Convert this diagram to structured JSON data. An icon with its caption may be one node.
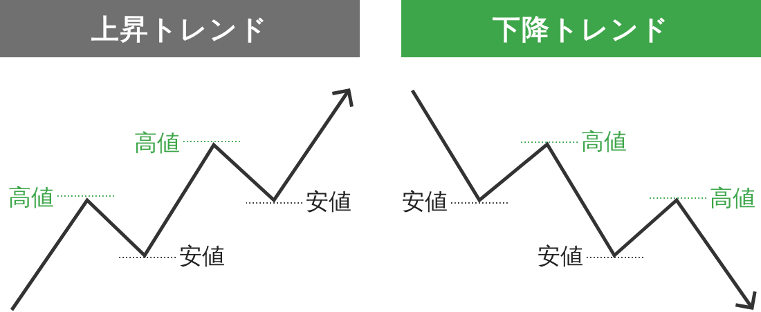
{
  "diagram": {
    "nodes": [
      {
        "text": [
          "上昇トレンド"
        ]
      },
      {
        "text": [
          "下降トレンド"
        ]
      },
      {
        "text": [
          "高値"
        ]
      },
      {
        "text": [
          "安値"
        ]
      },
      {
        "text": [
          "高値"
        ]
      },
      {
        "text": [
          "安値"
        ]
      },
      {
        "text": [
          "安値"
        ]
      },
      {
        "text": [
          "高値"
        ]
      },
      {
        "text": [
          "安値"
        ]
      },
      {
        "text": [
          "高値"
        ]
      }
    ],
    "edges": [
      {
        "from": 2,
        "to": null,
        "arrow": "none",
        "style": "dashed",
        "color": "#3ea64a"
      },
      {
        "from": 3,
        "to": null,
        "arrow": "none",
        "style": "dashed",
        "color": "#333333"
      },
      {
        "from": 4,
        "to": null,
        "arrow": "none",
        "style": "dashed",
        "color": "#3ea64a"
      },
      {
        "from": 5,
        "to": null,
        "arrow": "none",
        "style": "dashed",
        "color": "#333333"
      },
      {
        "from": 6,
        "to": null,
        "arrow": "none",
        "style": "dashed",
        "color": "#333333"
      },
      {
        "from": 7,
        "to": null,
        "arrow": "none",
        "style": "dashed",
        "color": "#3ea64a"
      },
      {
        "from": 8,
        "to": null,
        "arrow": "none",
        "style": "dashed",
        "color": "#333333"
      },
      {
        "from": 9,
        "to": null,
        "arrow": "none",
        "style": "dashed",
        "color": "#3ea64a"
      }
    ]
  }
}
